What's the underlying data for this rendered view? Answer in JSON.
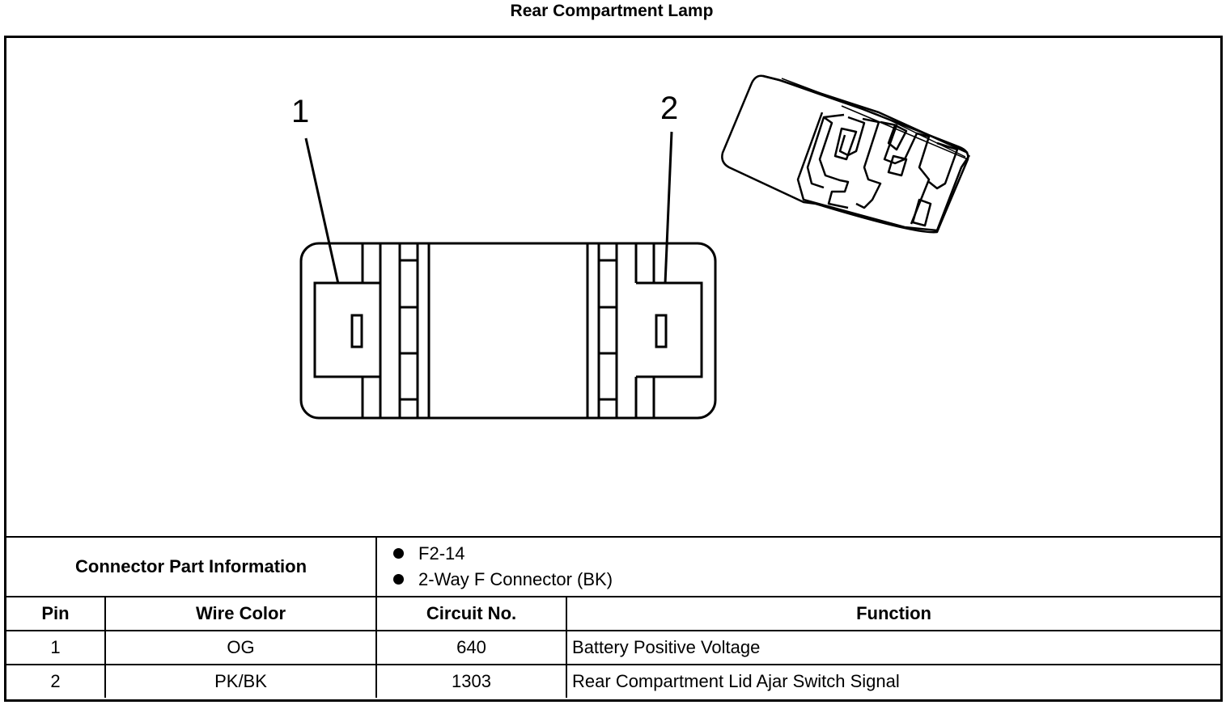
{
  "title": "Rear Compartment Lamp",
  "callouts": {
    "pin1": "1",
    "pin2": "2"
  },
  "connector_info": {
    "label": "Connector Part Information",
    "items": [
      "F2-14",
      "2-Way F Connector (BK)"
    ]
  },
  "pin_table": {
    "headers": {
      "pin": "Pin",
      "wire_color": "Wire Color",
      "circuit": "Circuit No.",
      "function": "Function"
    },
    "rows": [
      {
        "pin": "1",
        "wire_color": "OG",
        "circuit": "640",
        "function": "Battery Positive Voltage"
      },
      {
        "pin": "2",
        "wire_color": "PK/BK",
        "circuit": "1303",
        "function": "Rear Compartment Lid Ajar Switch Signal"
      }
    ]
  }
}
